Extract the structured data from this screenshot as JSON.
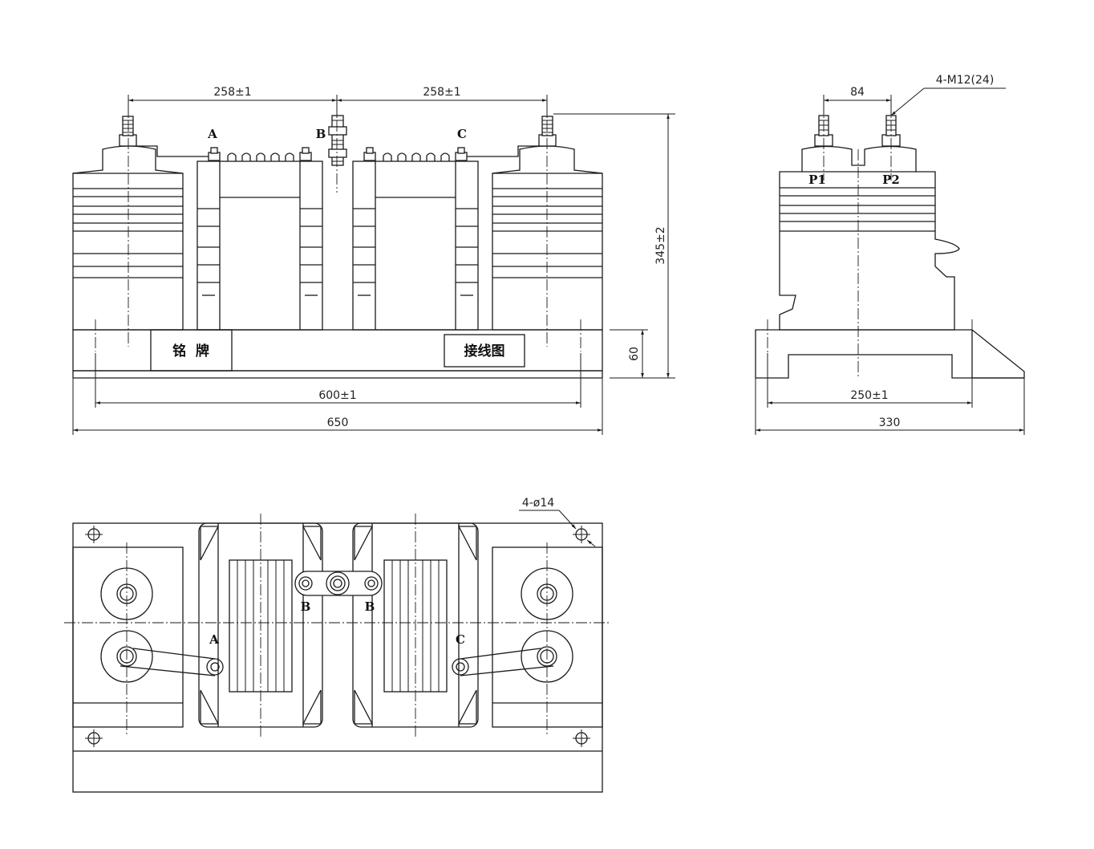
{
  "front_view": {
    "dims": {
      "pitch_left": "258±1",
      "pitch_right": "258±1",
      "height": "345±2",
      "base_height": "60",
      "mount_span": "600±1",
      "overall_length": "650"
    },
    "phase_labels": {
      "a": "A",
      "b": "B",
      "c": "C"
    },
    "nameplate": "铭  牌",
    "wiring_diagram": "接线图"
  },
  "side_view": {
    "dims": {
      "terminal_pitch": "84",
      "thread_spec": "4-M12(24)",
      "mount_span": "250±1",
      "overall_width": "330"
    },
    "terminal_labels": {
      "p1": "P1",
      "p2": "P2"
    }
  },
  "top_view": {
    "hole_spec": "4-ø14",
    "phase_labels": {
      "a": "A",
      "b1": "B",
      "b2": "B",
      "c": "C"
    }
  }
}
